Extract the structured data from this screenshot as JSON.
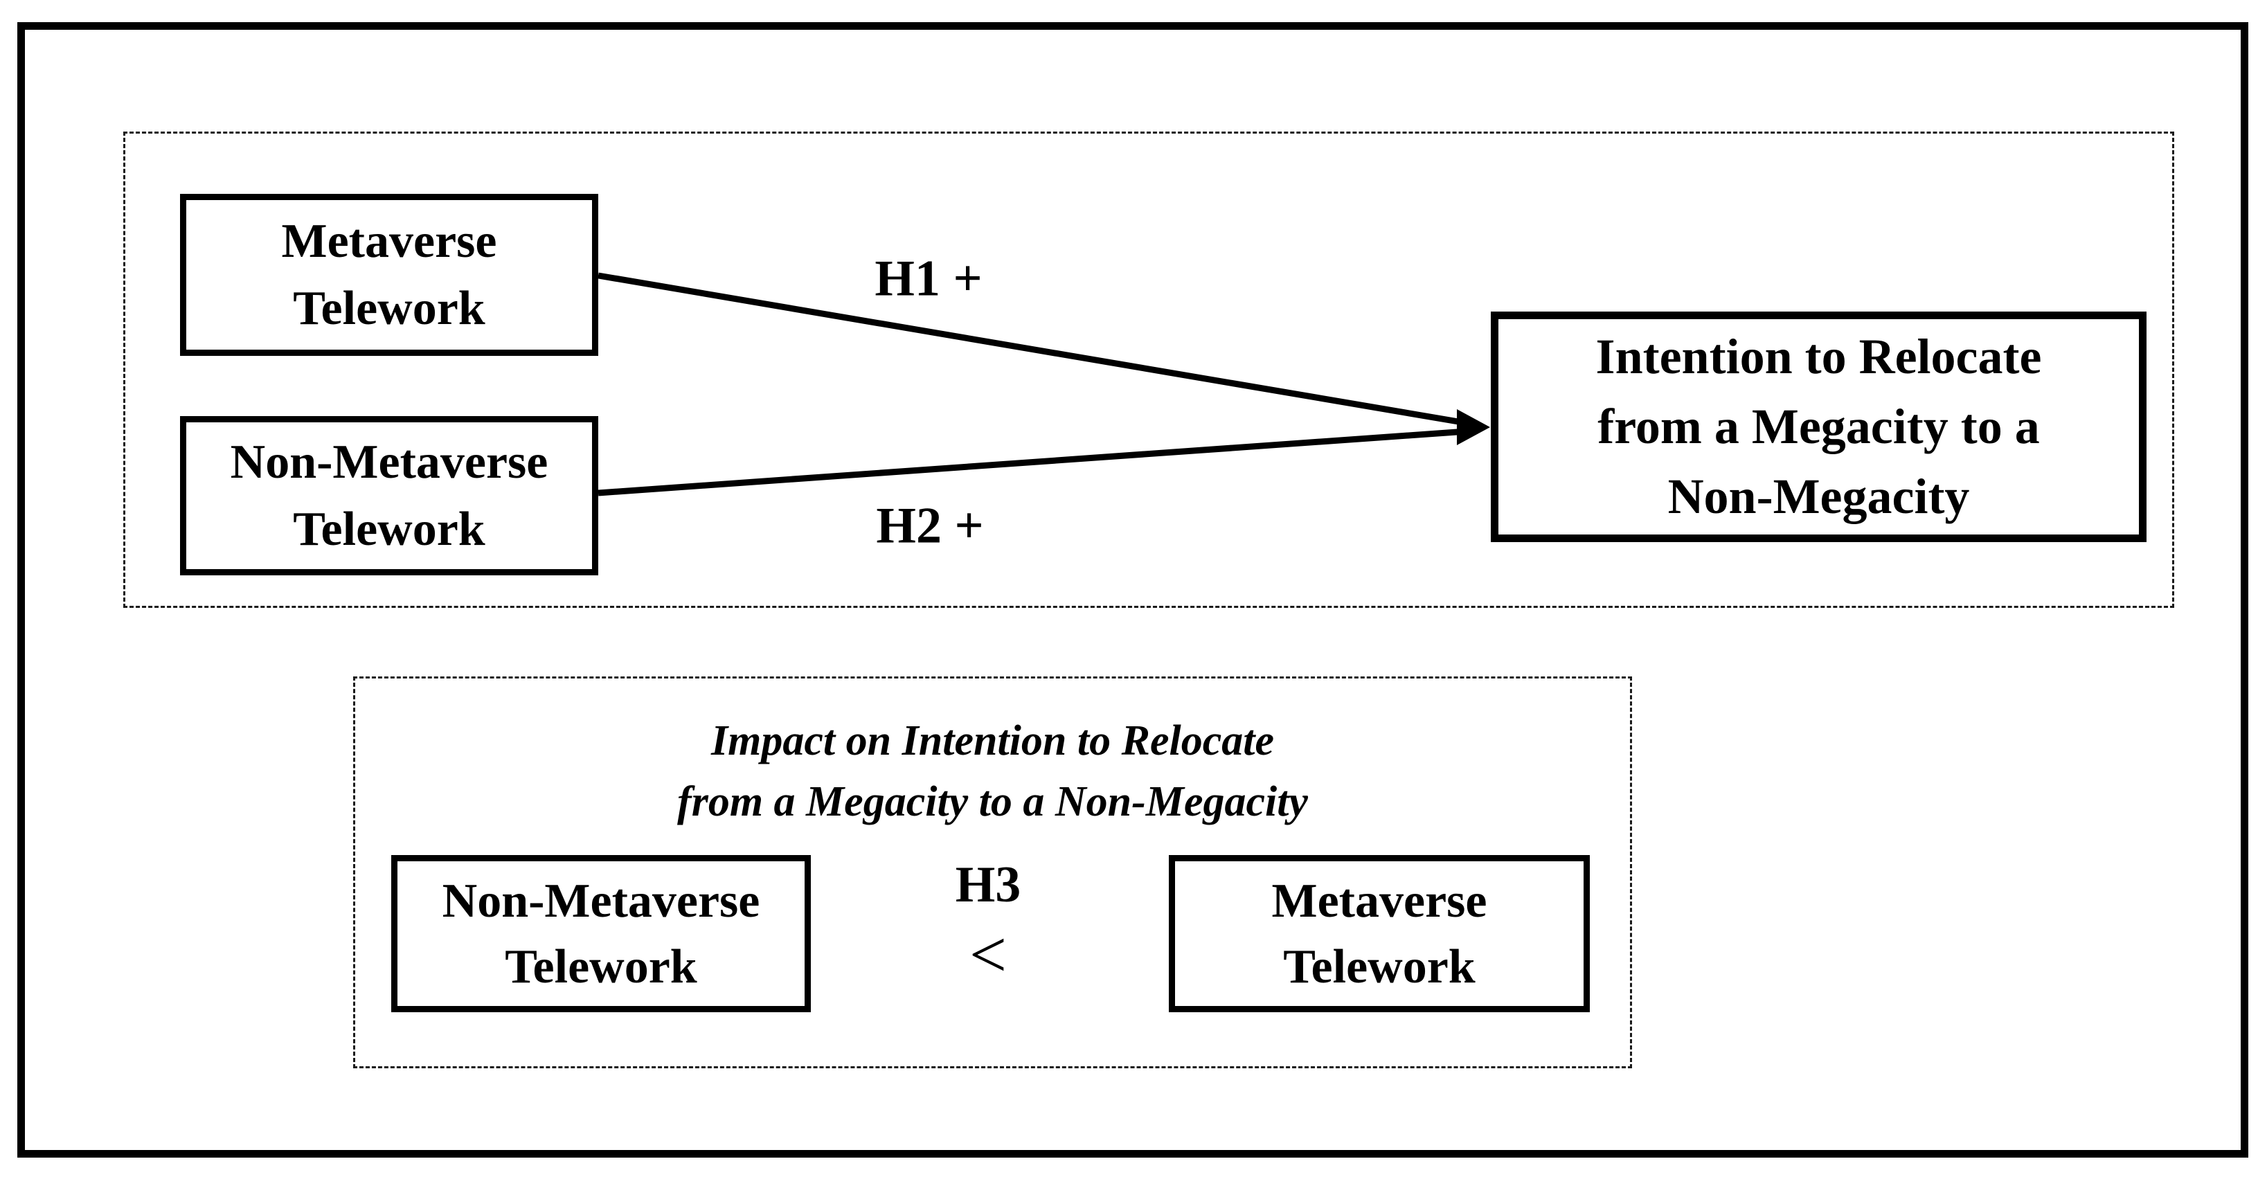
{
  "diagram": {
    "top_panel": {
      "metaverse_box": {
        "lines": [
          "Metaverse",
          "Telework"
        ]
      },
      "non_metaverse_box": {
        "lines": [
          "Non-Metaverse",
          "Telework"
        ]
      },
      "intention_box": {
        "lines": [
          "Intention to Relocate",
          "from a Megacity to a",
          "Non-Megacity"
        ]
      },
      "h1_label": "H1 +",
      "h2_label": "H2 +"
    },
    "bottom_panel": {
      "heading": {
        "lines": [
          "Impact on Intention to Relocate",
          "from a Megacity to a Non-Megacity"
        ]
      },
      "non_metaverse_box": {
        "lines": [
          "Non-Metaverse",
          "Telework"
        ]
      },
      "h3_label": "H3",
      "comparison_operator": "<",
      "metaverse_box": {
        "lines": [
          "Metaverse",
          "Telework"
        ]
      }
    },
    "colors": {
      "ink": "#000000",
      "background": "#ffffff"
    }
  }
}
